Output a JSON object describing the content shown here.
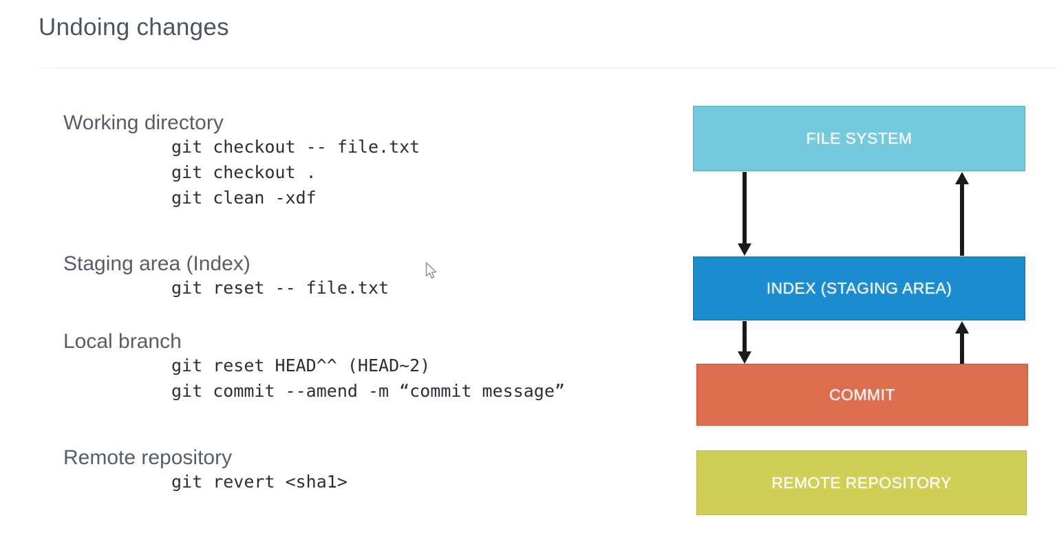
{
  "slide": {
    "title": "Undoing changes"
  },
  "sections": [
    {
      "id": "working",
      "heading": "Working directory",
      "commands": [
        "git checkout -- file.txt",
        "git checkout .",
        "git clean -xdf"
      ]
    },
    {
      "id": "staging",
      "heading": "Staging area (Index)",
      "commands": [
        "git reset -- file.txt"
      ]
    },
    {
      "id": "local",
      "heading": "Local branch",
      "commands": [
        "git reset HEAD^^ (HEAD~2)",
        "git commit --amend -m “commit message”"
      ]
    },
    {
      "id": "remote",
      "heading": "Remote repository",
      "commands": [
        "git revert <sha1>"
      ]
    }
  ],
  "diagram": {
    "boxes": [
      {
        "id": "filesystem",
        "label": "FILE SYSTEM",
        "color": "#74c9dc"
      },
      {
        "id": "index",
        "label": "INDEX (STAGING AREA)",
        "color": "#1b8bd0"
      },
      {
        "id": "commit",
        "label": "COMMIT",
        "color": "#dd6d4f"
      },
      {
        "id": "remote",
        "label": "REMOTE REPOSITORY",
        "color": "#cfce55"
      }
    ],
    "arrows": [
      {
        "id": "fs-to-index",
        "from": "filesystem",
        "to": "index",
        "direction": "down"
      },
      {
        "id": "index-to-fs",
        "from": "index",
        "to": "filesystem",
        "direction": "up"
      },
      {
        "id": "index-to-commit",
        "from": "index",
        "to": "commit",
        "direction": "down"
      },
      {
        "id": "commit-to-index",
        "from": "commit",
        "to": "index",
        "direction": "up"
      }
    ],
    "arrow_color": "#1b1b1b"
  },
  "cursor": {
    "icon": "mouse-pointer-arrow"
  }
}
